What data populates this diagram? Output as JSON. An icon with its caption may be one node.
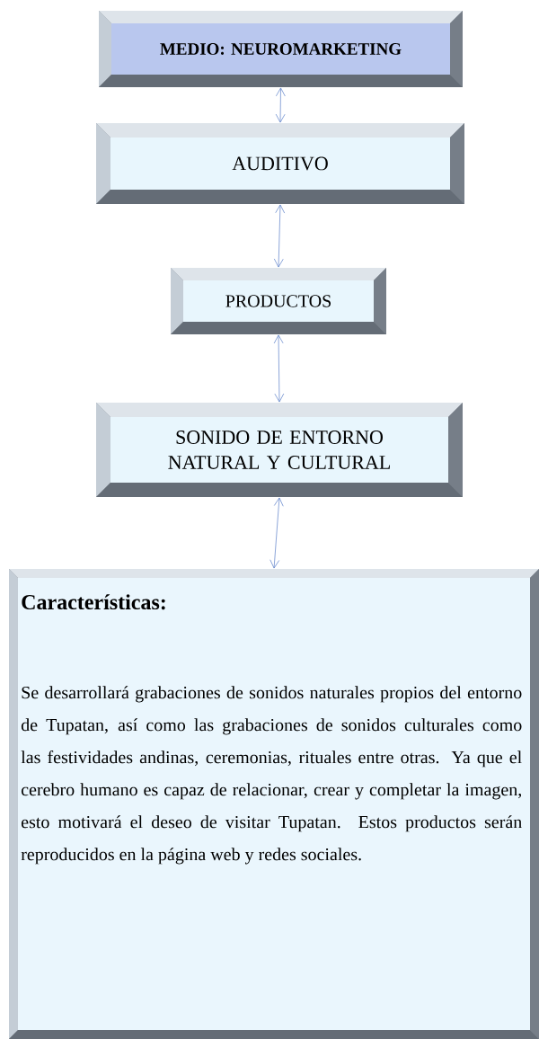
{
  "diagram": {
    "nodes": [
      {
        "text": [
          "MEDIO: NEUROMARKETING"
        ]
      },
      {
        "text": [
          "AUDITIVO"
        ]
      },
      {
        "text": [
          "PRODUCTOS"
        ]
      },
      {
        "text": [
          "SONIDO DE ENTORNO NATURAL Y CULTURAL"
        ]
      },
      {
        "text": [
          "Características:",
          "Se desarrollará grabaciones de sonidos naturales propios del entorno de Tupatan, así como las grabaciones de sonidos culturales como las festividades andinas, ceremonias, rituales entre otras. Ya que el cerebro humano es capaz de relacionar, crear y completar la imagen, esto motivará el deseo de visitar Tupatan. Estos productos serán reproducidos en la página web y redes sociales."
        ]
      }
    ],
    "edges": [
      {
        "from": 0,
        "to": 1,
        "arrow": "both"
      },
      {
        "from": 1,
        "to": 2,
        "arrow": "both"
      },
      {
        "from": 2,
        "to": 3,
        "arrow": "both"
      },
      {
        "from": 3,
        "to": 4,
        "arrow": "both"
      }
    ]
  }
}
